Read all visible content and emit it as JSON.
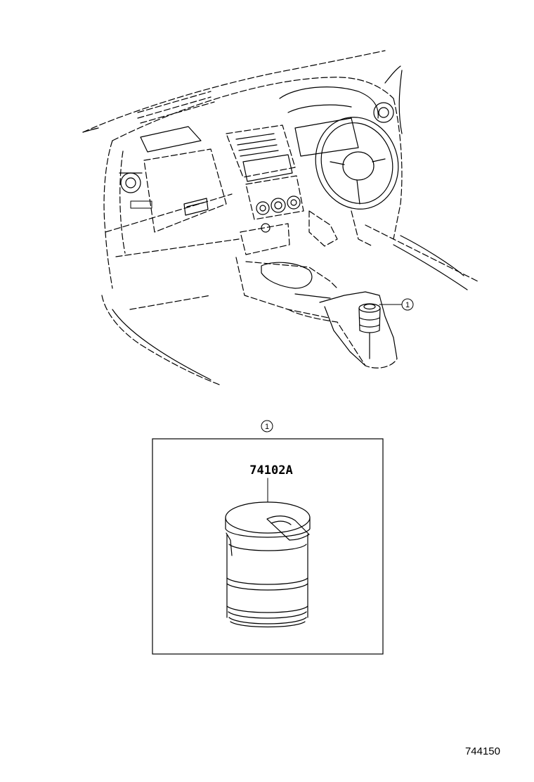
{
  "callouts": {
    "overview_marker": "1",
    "detail_marker": "1"
  },
  "detail": {
    "part_number": "74102A"
  },
  "diagram_id": "744150"
}
